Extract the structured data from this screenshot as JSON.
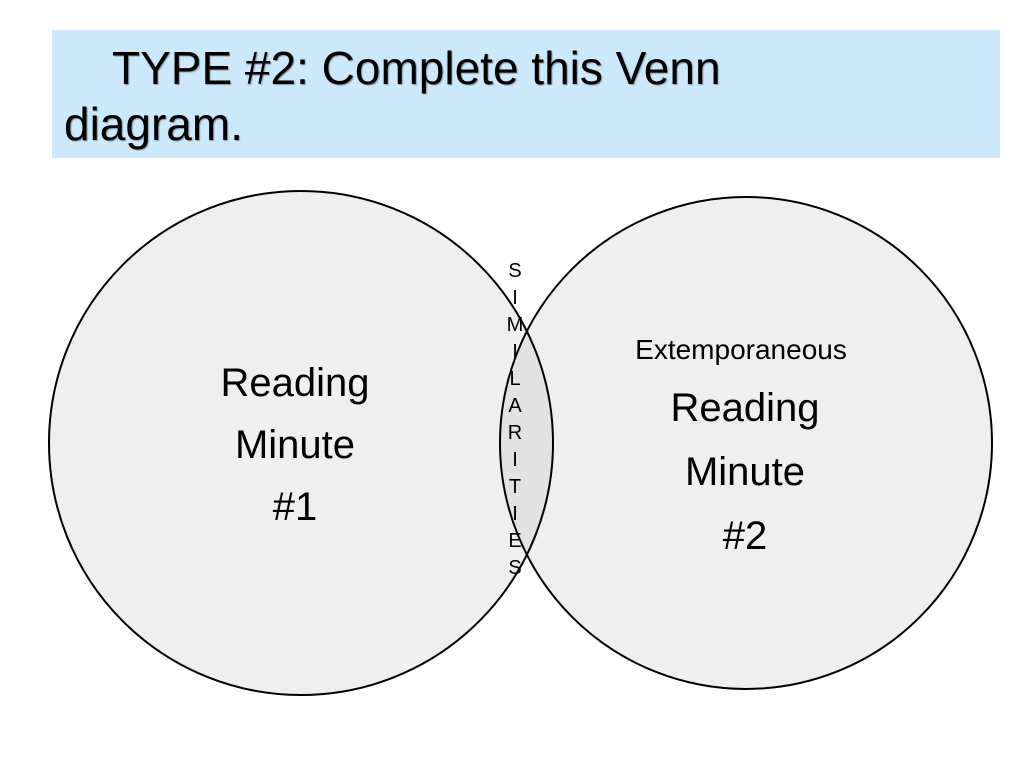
{
  "title": {
    "line1": "TYPE #2: Complete this Venn",
    "line2": "diagram."
  },
  "left_circle": {
    "line1": "Reading",
    "line2": "Minute",
    "line3": "#1"
  },
  "right_circle": {
    "extra": "Extemporaneous",
    "line1": "Reading",
    "line2": "Minute",
    "line3": "#2"
  },
  "overlap": {
    "letters": [
      "S",
      "I",
      "M",
      "I",
      "L",
      "A",
      "R",
      "I",
      "T",
      "I",
      "E",
      "S"
    ]
  },
  "colors": {
    "title_bg": "#cce9fb",
    "circle_fill": "#efefef",
    "overlap_fill": "#e2e2e2",
    "stroke": "#000000"
  }
}
